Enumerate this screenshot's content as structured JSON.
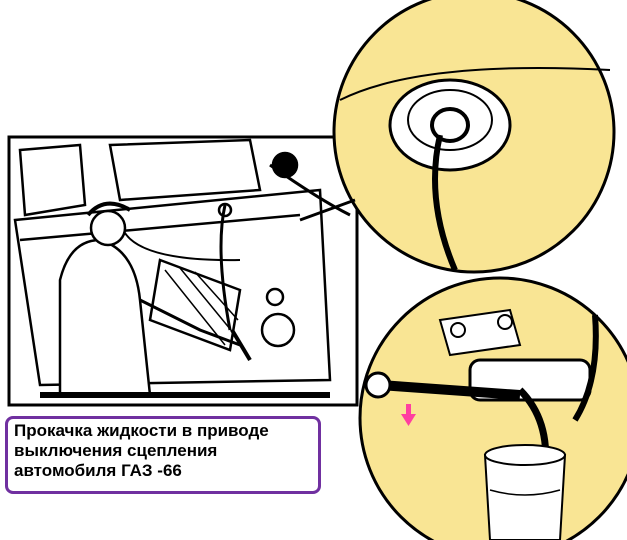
{
  "caption": {
    "lines": [
      "Прокачка жидкости в приводе",
      "выключения сцепления",
      "автомобиля ГАЗ -66"
    ]
  },
  "colors": {
    "detail_circle_fill": "#f9e594",
    "caption_border": "#7030a0",
    "arrow": "#ff3fa0",
    "line_art": "#000000"
  },
  "icons": {
    "direction_arrow": "arrow-down-icon"
  }
}
